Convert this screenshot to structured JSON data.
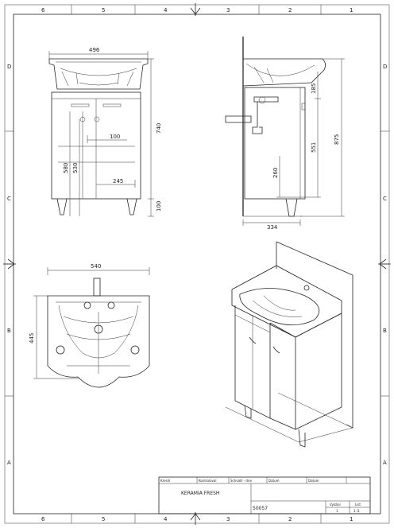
{
  "frame": {
    "top_numbers": [
      "6",
      "5",
      "4",
      "3",
      "2",
      "1"
    ],
    "bottom_numbers": [
      "6",
      "5",
      "4",
      "3",
      "2",
      "1"
    ],
    "left_letters": [
      "D",
      "C",
      "B",
      "A"
    ],
    "right_letters": [
      "D",
      "C",
      "B",
      "A"
    ]
  },
  "front_view": {
    "width_label": "496",
    "height_label": "740",
    "leg_label": "100",
    "offset_100": "100",
    "offset_245": "245",
    "h580": "580",
    "h530": "530"
  },
  "side_view": {
    "depth_label": "334",
    "total_height": "875",
    "h185": "185",
    "h551": "551",
    "h260": "260"
  },
  "top_view": {
    "width_label": "540",
    "depth_label": "445"
  },
  "title_block": {
    "headers": [
      "Kreslil",
      "Kontroloval",
      "Schválil - dne",
      "Datum",
      "Datum"
    ],
    "product_name": "KERAMIA FRESH",
    "code": "50057",
    "sheet_header_left": "Vydání",
    "sheet_header_right": "List",
    "sheet_value_left": "1",
    "sheet_value_right": "1 /1"
  }
}
